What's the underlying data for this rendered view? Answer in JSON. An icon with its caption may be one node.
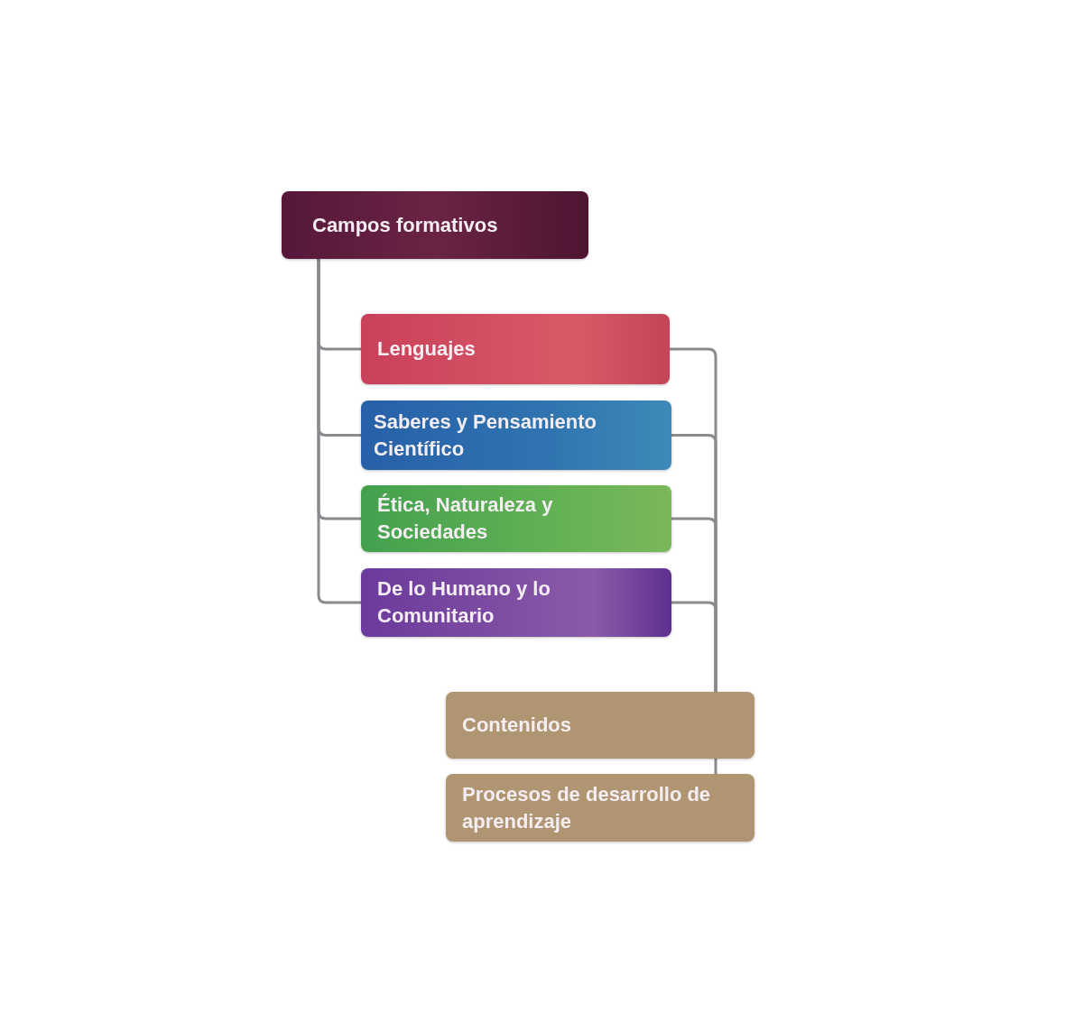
{
  "diagram": {
    "nodes": [
      {
        "text": [
          "Campos formativos"
        ]
      },
      {
        "text": [
          "Lenguajes"
        ]
      },
      {
        "text": [
          "Saberes y Pensamiento Científico"
        ]
      },
      {
        "text": [
          "Ética, Naturaleza y Sociedades"
        ]
      },
      {
        "text": [
          "De lo Humano y lo Comunitario"
        ]
      },
      {
        "text": [
          "Contenidos"
        ]
      },
      {
        "text": [
          "Procesos de desarrollo de aprendizaje"
        ]
      }
    ],
    "edges": [
      {
        "from": 0,
        "to": 1,
        "arrow": "none"
      },
      {
        "from": 0,
        "to": 2,
        "arrow": "none"
      },
      {
        "from": 0,
        "to": 3,
        "arrow": "none"
      },
      {
        "from": 0,
        "to": 4,
        "arrow": "none"
      },
      {
        "from": 1,
        "to": 5,
        "arrow": "none"
      },
      {
        "from": 2,
        "to": 5,
        "arrow": "none"
      },
      {
        "from": 3,
        "to": 5,
        "arrow": "none"
      },
      {
        "from": 4,
        "to": 5,
        "arrow": "none"
      },
      {
        "from": 5,
        "to": 6,
        "arrow": "none"
      }
    ]
  }
}
